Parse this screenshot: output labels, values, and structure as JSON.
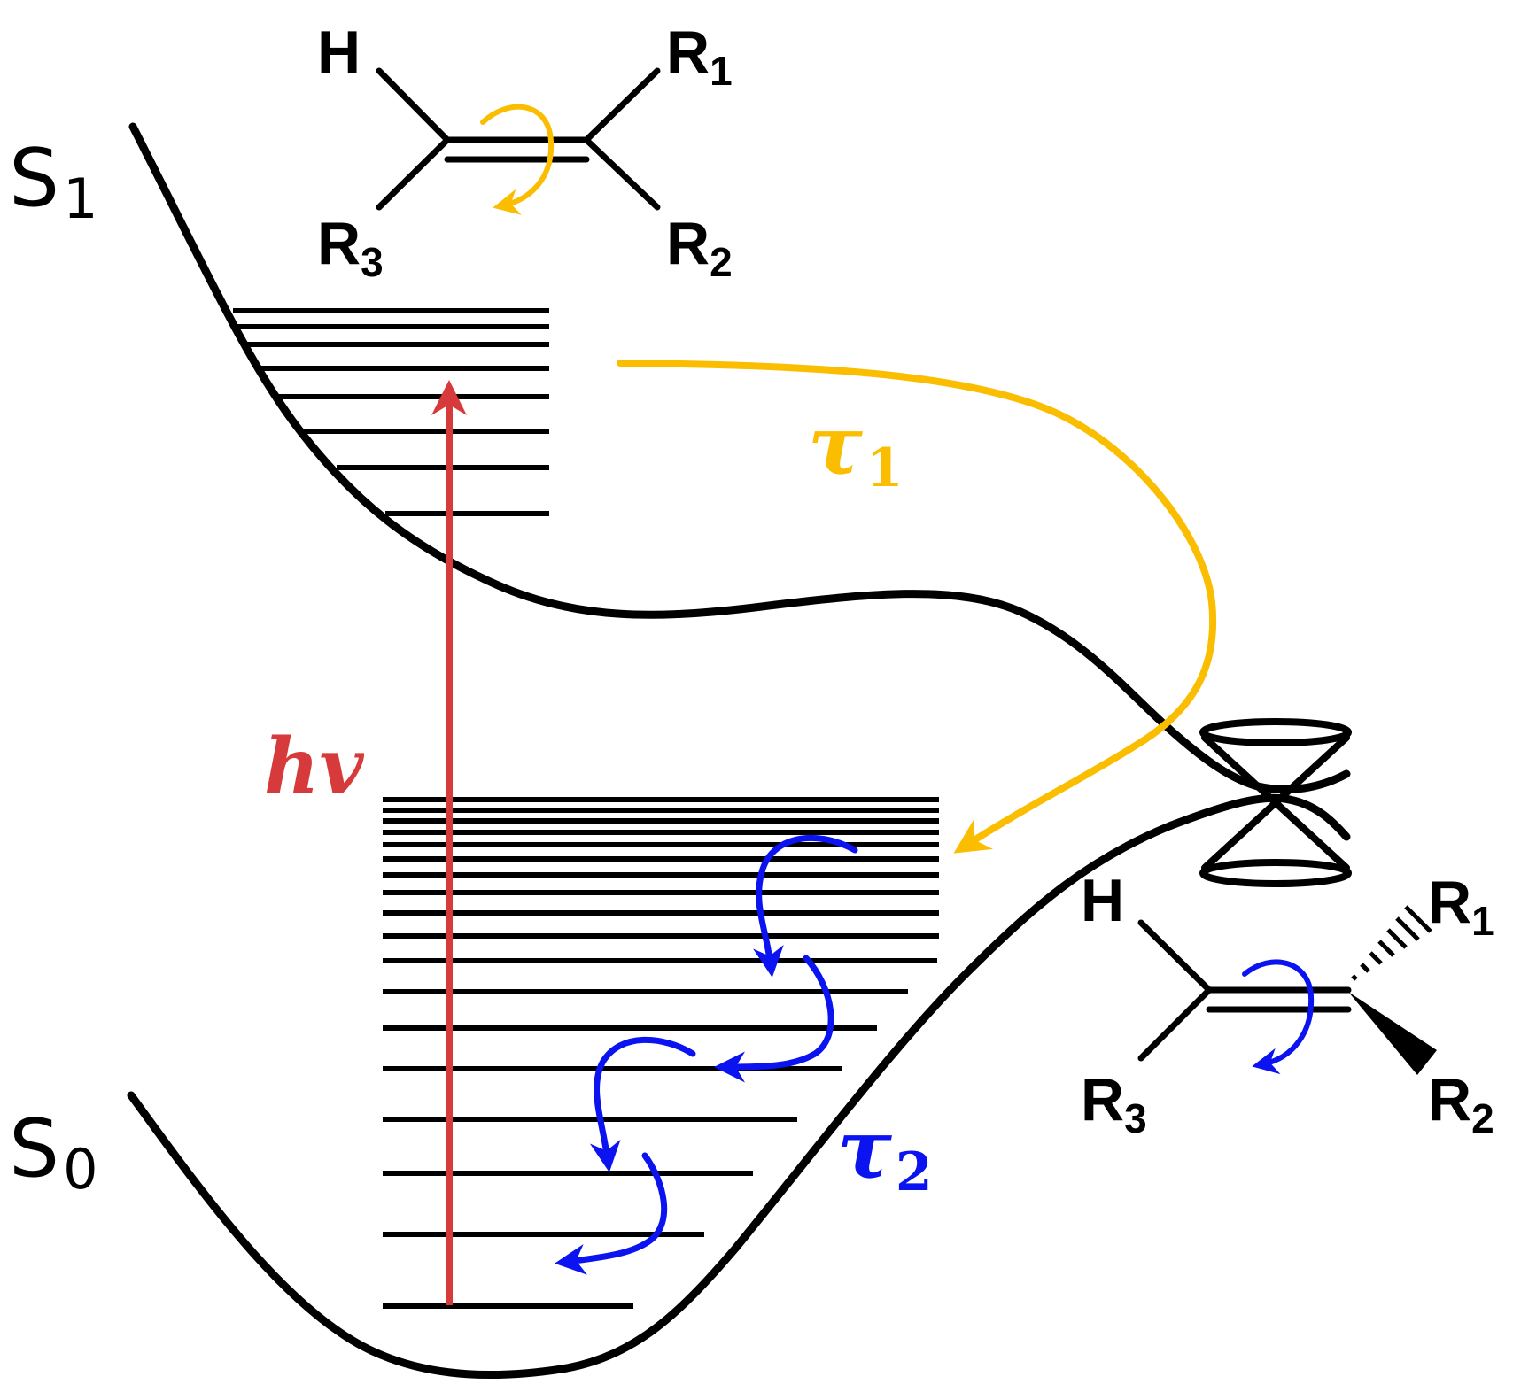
{
  "states": {
    "s1_main": "S",
    "s1_sub": "1",
    "s0_main": "S",
    "s0_sub": "0"
  },
  "excitation": {
    "label": "hv"
  },
  "tau1": {
    "main": "τ",
    "sub": "1"
  },
  "tau2": {
    "main": "τ",
    "sub": "2"
  },
  "molecule_top": {
    "h": "H",
    "r1": "R",
    "r1_sub": "1",
    "r2": "R",
    "r2_sub": "2",
    "r3": "R",
    "r3_sub": "3"
  },
  "molecule_bottom": {
    "h": "H",
    "r1": "R",
    "r1_sub": "1",
    "r2": "R",
    "r2_sub": "2",
    "r3": "R",
    "r3_sub": "3"
  },
  "colors": {
    "curves": "#000000",
    "excitation": "#d63a3a",
    "tau1": "#fbbd00",
    "tau2": "#0a13f0"
  }
}
